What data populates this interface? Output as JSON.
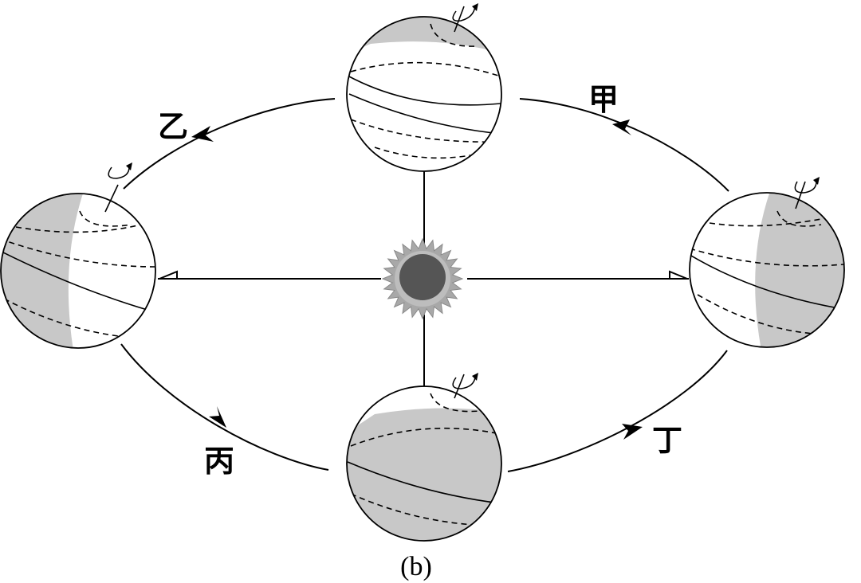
{
  "labels": {
    "jia": "甲",
    "yi": "乙",
    "bing": "丙",
    "ding": "丁"
  },
  "caption": "(b)",
  "colors": {
    "line": "#000000",
    "shade": "#c8c8c8",
    "sun_core": "#555555",
    "sun_rays": "#a8a8a8"
  },
  "icons": {
    "sun": "sun-icon",
    "rotation": "rotation-arrow-icon"
  }
}
